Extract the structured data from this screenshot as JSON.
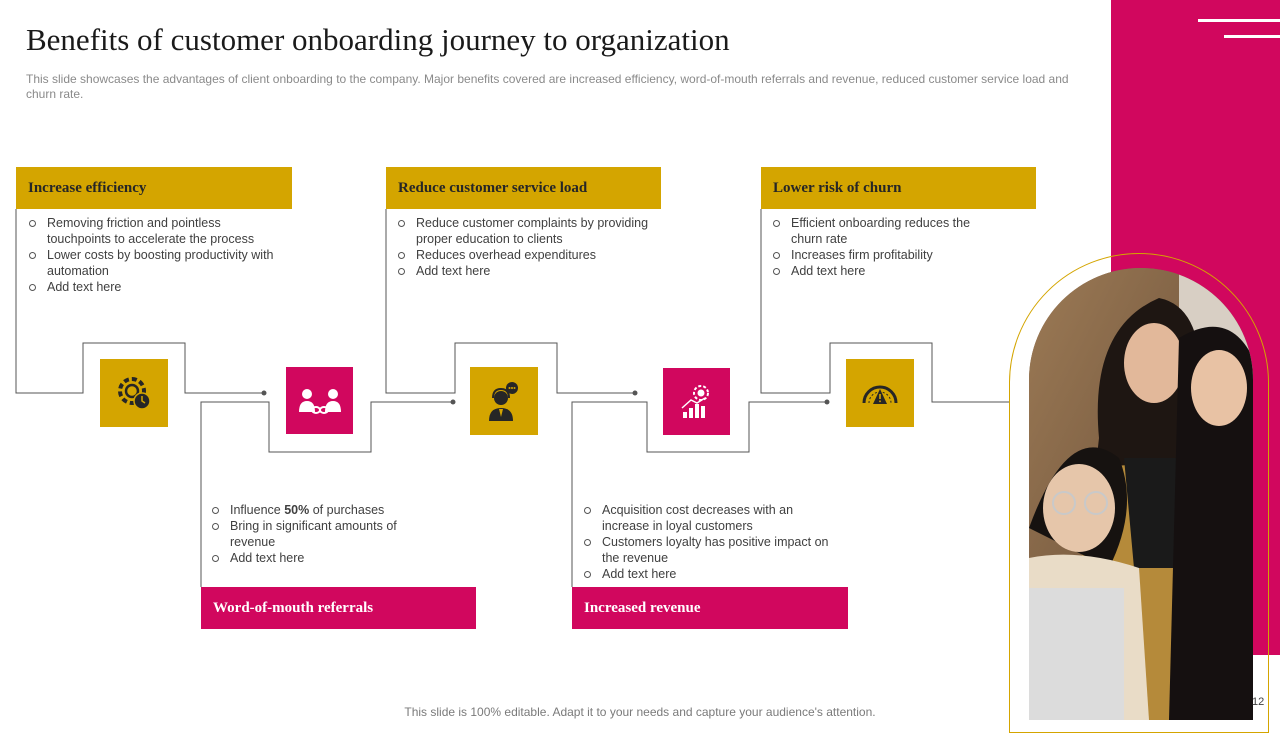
{
  "title": "Benefits of customer onboarding journey to organization",
  "subtitle": "This slide showcases the advantages of client onboarding to the company. Major benefits covered are increased efficiency, word-of-mouth referrals and revenue, reduced customer service load and churn rate.",
  "benefits": [
    {
      "heading": "Increase efficiency",
      "bullets": [
        "Removing friction and pointless touchpoints to accelerate the process",
        "Lower costs by boosting productivity with automation",
        "Add text here"
      ],
      "icon": "gear-clock-icon"
    },
    {
      "heading": "Word-of-mouth  referrals",
      "bullets_pre": "Influence ",
      "bullets_bold": "50%",
      "bullets_post": " of purchases",
      "bullets": [
        "Bring in significant amounts of revenue",
        "Add text here"
      ],
      "icon": "people-handshake-icon"
    },
    {
      "heading": "Reduce customer service load",
      "bullets": [
        "Reduce customer complaints by providing proper education to clients",
        "Reduces overhead  expenditures",
        "Add text here"
      ],
      "icon": "support-agent-icon"
    },
    {
      "heading": "Increased revenue",
      "bullets": [
        "Acquisition cost decreases with an increase in loyal customers",
        "Customers loyalty has positive impact on the revenue",
        "Add text here"
      ],
      "icon": "revenue-growth-icon"
    },
    {
      "heading": "Lower risk of churn",
      "bullets": [
        "Efficient onboarding reduces the churn rate",
        "Increases firm profitability",
        "Add text here"
      ],
      "icon": "risk-gauge-icon"
    }
  ],
  "footer": "This slide is 100% editable. Adapt it to your needs and capture your audience's attention.",
  "page_number": "12",
  "colors": {
    "gold": "#d4a500",
    "pink": "#d1075e"
  }
}
